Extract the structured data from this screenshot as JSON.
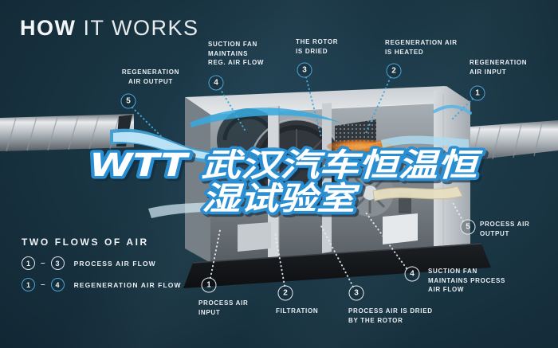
{
  "title": {
    "bold": "HOW",
    "light": "IT WORKS"
  },
  "watermark": {
    "line1": "WTT  武汉汽车恒温恒",
    "line2": "湿试验室"
  },
  "colors": {
    "background": "#16303f",
    "accent_blue": "#3f9fd2",
    "label_text": "#e9eef2",
    "heater_orange": "#f08428",
    "cream_ribbon": "#e9e0c2"
  },
  "callouts": {
    "reg_air_output": {
      "num": "5",
      "label": "REGENERATION\nAIR OUTPUT"
    },
    "suction_fan_reg": {
      "num": "4",
      "label": "SUCTION FAN\nMAINTAINS\nREG. AIR FLOW"
    },
    "rotor_dried": {
      "num": "3",
      "label": "THE ROTOR\nIS DRIED"
    },
    "reg_air_heated": {
      "num": "2",
      "label": "REGENERATION AIR\nIS HEATED"
    },
    "reg_air_input": {
      "num": "1",
      "label": "REGENERATION\nAIR INPUT"
    },
    "process_air_output": {
      "num": "5",
      "label": "PROCESS AIR\nOUTPUT"
    },
    "suction_fan_process": {
      "num": "4",
      "label": "SUCTION FAN\nMAINTAINS PROCESS\nAIR FLOW"
    },
    "process_air_dried": {
      "num": "3",
      "label": "PROCESS AIR IS DRIED\nBY THE ROTOR"
    },
    "filtration": {
      "num": "2",
      "label": "FILTRATION"
    },
    "process_air_input": {
      "num": "1",
      "label": "PROCESS AIR\nINPUT"
    }
  },
  "legend": {
    "heading": "TWO FLOWS OF AIR",
    "rows": [
      {
        "from": "1",
        "to": "3",
        "dash": "–",
        "label": "PROCESS AIR FLOW"
      },
      {
        "from": "1",
        "to": "4",
        "dash": "–",
        "label": "REGENERATION AIR FLOW"
      }
    ]
  }
}
